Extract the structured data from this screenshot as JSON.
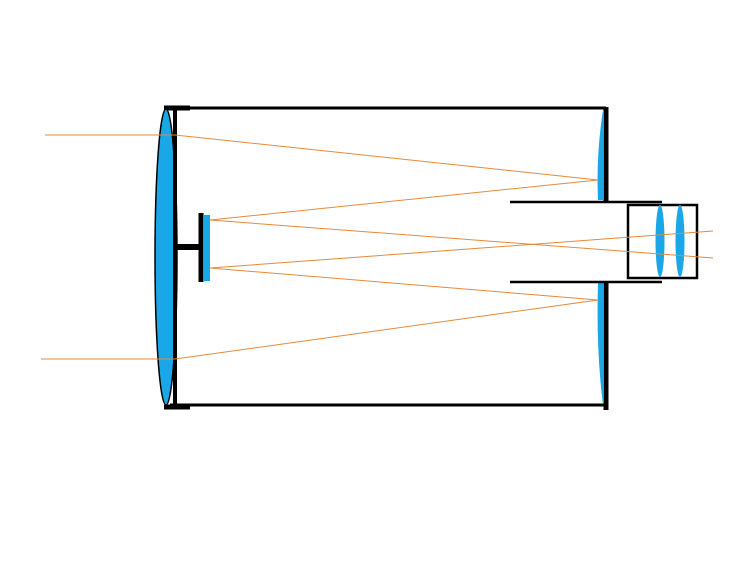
{
  "colors": {
    "background": "#ffffff",
    "outline": "#000000",
    "optics": "#1aa7e8",
    "light_ray": "#e58a3a"
  },
  "elements": {
    "corrector_plate": "lens",
    "secondary_mirror": "mirror",
    "primary_mirror": "mirror",
    "eyepiece_lenses": "lens",
    "tube": "telescope-tube",
    "baffle_tube": "baffle"
  }
}
